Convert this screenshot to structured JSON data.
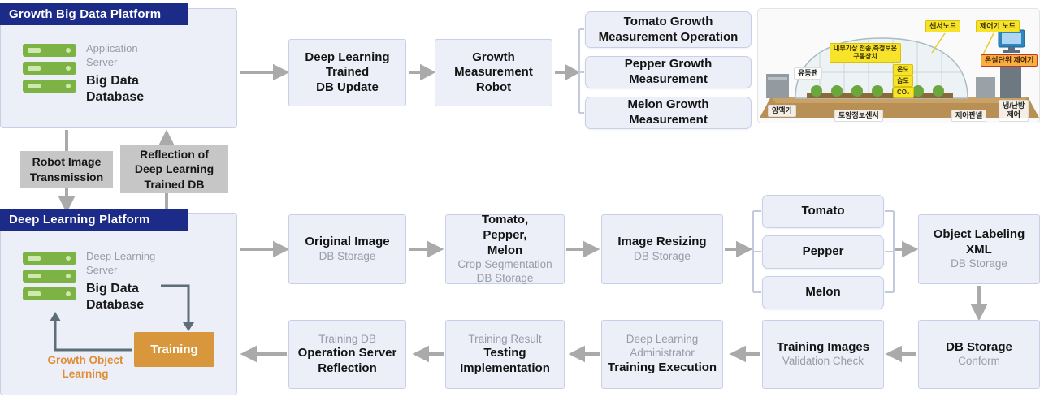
{
  "colors": {
    "navy": "#1c2b87",
    "box_fill": "#eceef8",
    "box_border": "#c8cfe9",
    "gray_box": "#c6c6c6",
    "training_orange": "#d9973d",
    "server_green": "#7cb344",
    "arrow_gray": "#aaaaaa",
    "loop_arrow": "#5d6e79"
  },
  "top": {
    "badge": "Growth Big Data Platform",
    "server": {
      "role": "Application\nServer",
      "name": "Big Data\nDatabase"
    },
    "box_update": "Deep Learning\nTrained\nDB Update",
    "box_robot": "Growth\nMeasurement\nRobot",
    "outputs": [
      "Tomato Growth\nMeasurement Operation",
      "Pepper Growth\nMeasurement",
      "Melon Growth\nMeasurement"
    ]
  },
  "link": {
    "down": "Robot Image\nTransmission",
    "up": "Reflection of\nDeep Learning\nTrained DB"
  },
  "bottom": {
    "badge": "Deep Learning Platform",
    "server": {
      "role": "Deep Learning\nServer",
      "name": "Big Data\nDatabase"
    },
    "training": "Training",
    "growth_object": "Growth Object\nLearning",
    "row1": [
      {
        "bold": "Original Image",
        "sub": "DB Storage"
      },
      {
        "bold": "Tomato,\nPepper,\nMelon",
        "sub": "Crop Segmentation\nDB Storage"
      },
      {
        "bold": "Image Resizing",
        "sub": "DB Storage"
      }
    ],
    "crops": [
      "Tomato",
      "Pepper",
      "Melon"
    ],
    "labeling": {
      "bold": "Object Labeling\nXML",
      "sub": "DB Storage"
    },
    "row2": [
      {
        "sub": "Training DB",
        "bold": "Operation Server\nReflection"
      },
      {
        "sub": "Training Result",
        "bold": "Testing\nImplementation"
      },
      {
        "sub": "Deep Learning\nAdministrator",
        "bold": "Training Execution"
      },
      {
        "bold": "Training Images",
        "sub": "Validation Check"
      },
      {
        "bold": "DB Storage",
        "sub": "Conform"
      }
    ]
  },
  "greenhouse": {
    "labels": {
      "sensor_node": "센서노드",
      "controller_node": "제어기 노드",
      "internal": "내부기상 전송,측정보온\n구동장치",
      "unit_controller": "온실단위 제어기",
      "fan": "유동팬",
      "temp": "온도",
      "humidity": "습도",
      "co2": "CO₂",
      "nutrient": "양액기",
      "soil": "토양정보센서",
      "panel": "제어판넬",
      "hvac": "냉/난방\n제어"
    }
  }
}
